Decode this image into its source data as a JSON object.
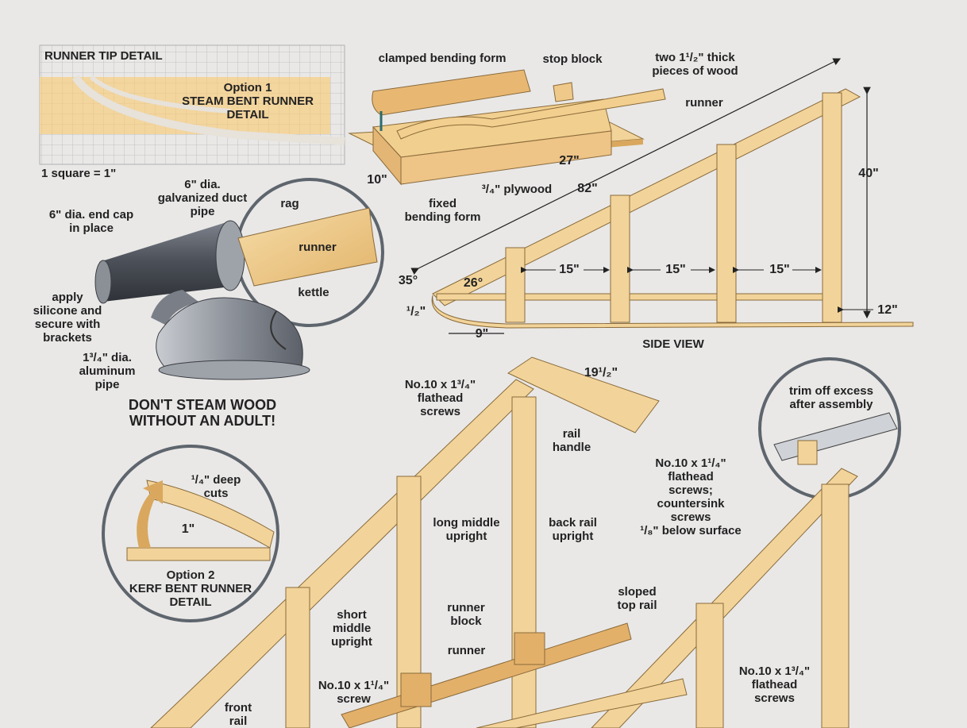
{
  "runner_tip": {
    "title": "RUNNER TIP DETAIL",
    "option_title": "Option 1\nSTEAM BENT RUNNER\nDETAIL",
    "scale_note": "1 square = 1\""
  },
  "steam": {
    "end_cap": "6\" dia. end cap\nin place",
    "duct_pipe": "6\" dia.\ngalvanized duct\npipe",
    "rag": "rag",
    "runner": "runner",
    "silicone": "apply\nsilicone and\nsecure with\nbrackets",
    "kettle": "kettle",
    "aluminum_pipe": "1³/₄\" dia.\naluminum\npipe",
    "warning": "DON'T STEAM WOOD\nWITHOUT AN ADULT!"
  },
  "bending_form": {
    "clamped": "clamped bending form",
    "stop_block": "stop block",
    "two_pieces": "two 1¹/₂\" thick\npieces of wood",
    "runner": "runner",
    "fixed": "fixed\nbending form",
    "plywood": "³/₄\" plywood",
    "dim_10": "10\"",
    "dim_27": "27\""
  },
  "side_view": {
    "title": "SIDE VIEW",
    "dim_82": "82\"",
    "dim_40": "40\"",
    "dim_15a": "15\"",
    "dim_15b": "15\"",
    "dim_15c": "15\"",
    "dim_12": "12\"",
    "angle_35": "35°",
    "angle_26": "26°",
    "dim_half": "¹/₂\"",
    "dim_9": "9\""
  },
  "kerf": {
    "deep_cuts": "¹/₄\" deep\ncuts",
    "spacing": "1\"",
    "title": "Option 2\nKERF BENT RUNNER\nDETAIL"
  },
  "assembly": {
    "screws_top": "No.10 x 1³/₄\"\nflathead\nscrews",
    "dim_19": "19¹/₂\"",
    "rail_handle": "rail\nhandle",
    "trim": "trim off excess\nafter assembly",
    "screws_countersink": "No.10 x 1¹/₄\"\nflathead\nscrews;\ncountersink\nscrews\n¹/₈\" below surface",
    "long_middle": "long middle\nupright",
    "back_rail": "back rail\nupright",
    "sloped_top": "sloped\ntop rail",
    "short_middle": "short\nmiddle\nupright",
    "runner_block": "runner\nblock",
    "runner": "runner",
    "screw_small": "No.10 x 1¹/₄\"\nscrew",
    "screws_right": "No.10 x 1³/₄\"\nflathead\nscrews",
    "front_rail": "front\nrail"
  },
  "colors": {
    "background": "#e9e8e7",
    "wood": "#f2d49a",
    "wood_dark": "#d9a85e",
    "grid_tan": "#f3d59e",
    "metal": "#5a5e66",
    "ink": "#222222"
  }
}
